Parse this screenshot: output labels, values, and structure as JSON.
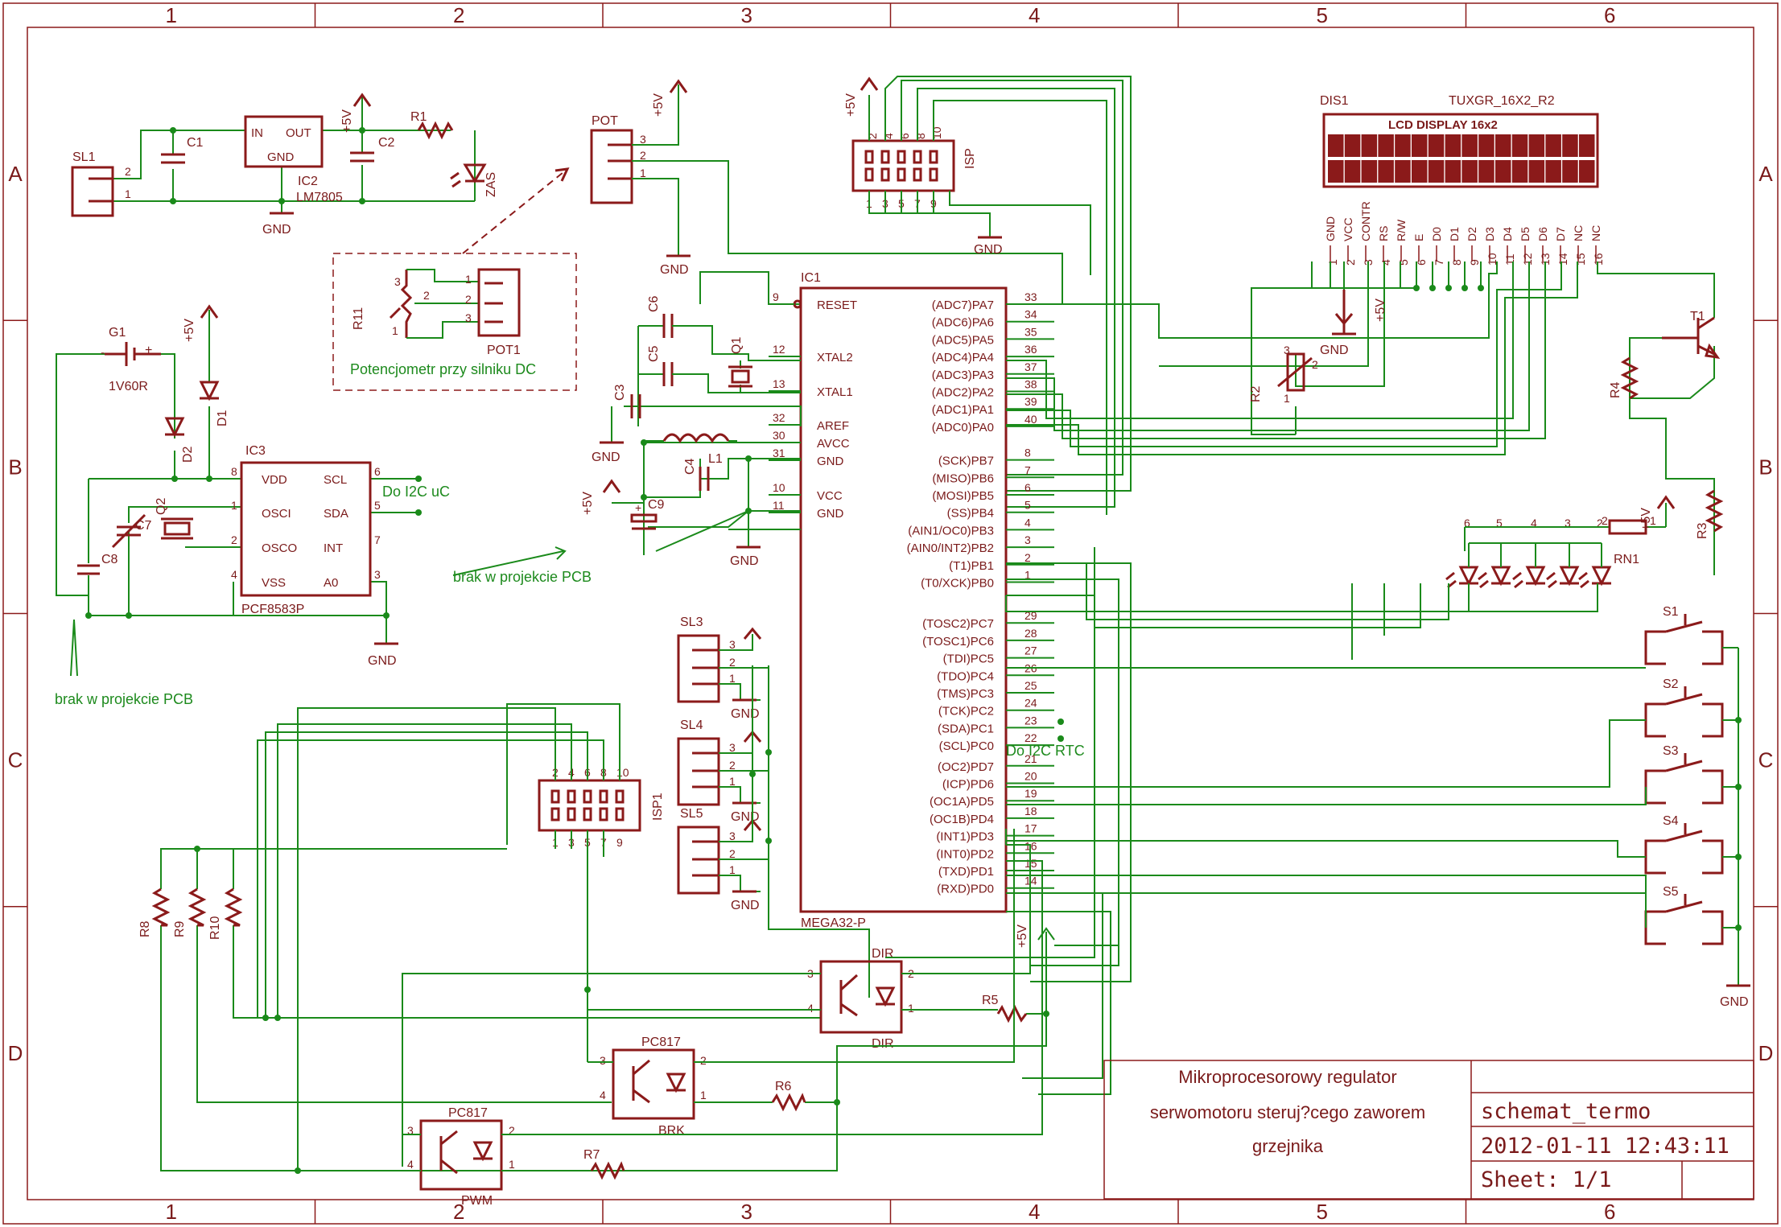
{
  "frame": {
    "columns": [
      "1",
      "2",
      "3",
      "4",
      "5",
      "6"
    ],
    "rows": [
      "A",
      "B",
      "C",
      "D"
    ]
  },
  "parts": {
    "sl1": "SL1",
    "c1": "C1",
    "ic2": {
      "name": "IC2",
      "value": "LM7805",
      "in": "IN",
      "out": "OUT",
      "gnd": "GND"
    },
    "c2": "C2",
    "r1": "R1",
    "zas": "ZAS",
    "g1": {
      "name": "G1",
      "value": "1V60R",
      "minus": "-",
      "plus": "+"
    },
    "d1": "D1",
    "d2": "D2",
    "c7": "C7",
    "c8": "C8",
    "q2": "Q2",
    "ic3": {
      "name": "IC3",
      "value": "PCF8583P",
      "pins": [
        "VDD",
        "OSCI",
        "OSCO",
        "VSS",
        "SCL",
        "SDA",
        "INT",
        "A0"
      ]
    },
    "r11": "R11",
    "pot1": "POT1",
    "pot": "POT",
    "isp_top": "ISP",
    "ic1": {
      "name": "IC1",
      "value": "MEGA32-P",
      "left_pins": [
        "RESET",
        "XTAL2",
        "XTAL1",
        "AREF",
        "AVCC",
        "GND",
        "VCC",
        "GND"
      ],
      "left_nums": [
        "9",
        "12",
        "13",
        "32",
        "30",
        "31",
        "10",
        "11"
      ],
      "right_pins": [
        "(ADC7)PA7",
        "(ADC6)PA6",
        "(ADC5)PA5",
        "(ADC4)PA4",
        "(ADC3)PA3",
        "(ADC2)PA2",
        "(ADC1)PA1",
        "(ADC0)PA0",
        "(SCK)PB7",
        "(MISO)PB6",
        "(MOSI)PB5",
        "(SS)PB4",
        "(AIN1/OC0)PB3",
        "(AIN0/INT2)PB2",
        "(T1)PB1",
        "(T0/XCK)PB0",
        "(TOSC2)PC7",
        "(TOSC1)PC6",
        "(TDI)PC5",
        "(TDO)PC4",
        "(TMS)PC3",
        "(TCK)PC2",
        "(SDA)PC1",
        "(SCL)PC0",
        "(OC2)PD7",
        "(ICP)PD6",
        "(OC1A)PD5",
        "(OC1B)PD4",
        "(INT1)PD3",
        "(INT0)PD2",
        "(TXD)PD1",
        "(RXD)PD0"
      ],
      "right_nums": [
        "33",
        "34",
        "35",
        "36",
        "37",
        "38",
        "39",
        "40",
        "8",
        "7",
        "6",
        "5",
        "4",
        "3",
        "2",
        "1",
        "29",
        "28",
        "27",
        "26",
        "25",
        "24",
        "23",
        "22",
        "21",
        "20",
        "19",
        "18",
        "17",
        "16",
        "15",
        "14"
      ]
    },
    "c6": "C6",
    "c5": "C5",
    "c3": "C3",
    "c4": "C4",
    "l1": "L1",
    "c9": "C9",
    "q1": "Q1",
    "dis1": {
      "name": "DIS1",
      "value": "TUXGR_16X2_R2",
      "title": "LCD DISPLAY 16x2",
      "pins": [
        "GND",
        "VCC",
        "CONTR",
        "RS",
        "R/W",
        "E",
        "D0",
        "D1",
        "D2",
        "D3",
        "D4",
        "D5",
        "D6",
        "D7",
        "NC",
        "NC"
      ]
    },
    "r2": "R2",
    "r4": "R4",
    "t1": "T1",
    "r3": "R3",
    "rn1": "RN1",
    "switches": [
      "S1",
      "S2",
      "S3",
      "S4",
      "S5"
    ],
    "sl3": "SL3",
    "sl4": "SL4",
    "sl5": "SL5",
    "isp1": "ISP1",
    "r8": "R8",
    "r9": "R9",
    "r10": "R10",
    "opto_dir": {
      "top": "DIR",
      "bottom": "DIR"
    },
    "opto_brk": {
      "top": "PC817",
      "bottom": "BRK"
    },
    "opto_pwm": {
      "top": "PC817",
      "bottom": "PWM"
    },
    "r5": "R5",
    "r6": "R6",
    "r7": "R7"
  },
  "supplies": {
    "gnd": "GND",
    "vcc": "+5V"
  },
  "notes": {
    "pot_motor": "Potencjometr przy silniku DC",
    "pcb_missing": "brak w projekcie PCB",
    "i2c_uc": "Do I2C uC",
    "i2c_rtc": "Do I2C RTC"
  },
  "title_block": {
    "title_lines": [
      "Mikroprocesorowy regulator",
      "serwomotoru steruj?cego zaworem",
      "grzejnika"
    ],
    "drawing": "schemat_termo",
    "datetime": "2012-01-11  12:43:11",
    "sheet": "Sheet: 1/1"
  },
  "colors": {
    "component": "#8b1a1a",
    "wire": "#1a8a1a",
    "lcd_cell": "#8b1a1a"
  }
}
